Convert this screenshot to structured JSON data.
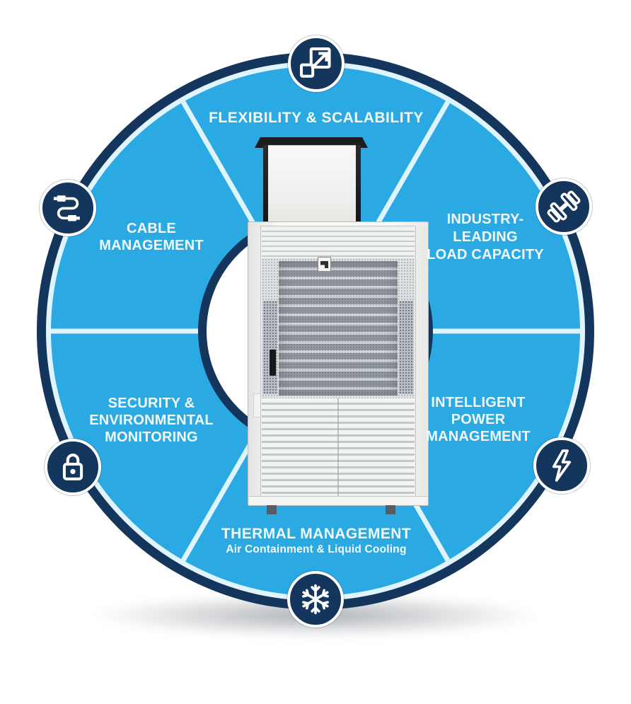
{
  "diagram": {
    "type": "circular-feature-wheel",
    "center_graphic": "server-rack-cabinet",
    "colors": {
      "ring_blue": "#2aa9e2",
      "ring_navy": "#14365c",
      "divider_line": "#dff4fd",
      "icon_background": "#14365c",
      "icon_glyph": "#ffffff",
      "label_text": "#f2fafe",
      "background": "#ffffff"
    },
    "segments": [
      {
        "id": "flexibility-scalability",
        "icon": "expand-icon",
        "lines": [
          "FLEXIBILITY & SCALABILITY"
        ]
      },
      {
        "id": "industry-leading-load-capacity",
        "icon": "dumbbell-icon",
        "lines": [
          "INDUSTRY-",
          "LEADING",
          "LOAD CAPACITY"
        ]
      },
      {
        "id": "intelligent-power-management",
        "icon": "lightning-icon",
        "lines": [
          "INTELLIGENT",
          "POWER",
          "MANAGEMENT"
        ]
      },
      {
        "id": "thermal-management",
        "icon": "snowflake-icon",
        "lines": [
          "THERMAL MANAGEMENT"
        ],
        "subtitle": "Air Containment & Liquid Cooling"
      },
      {
        "id": "security-environmental-monitoring",
        "icon": "lock-icon",
        "lines": [
          "SECURITY &",
          "ENVIRONMENTAL",
          "MONITORING"
        ]
      },
      {
        "id": "cable-management",
        "icon": "cable-icon",
        "lines": [
          "CABLE",
          "MANAGEMENT"
        ]
      }
    ]
  }
}
